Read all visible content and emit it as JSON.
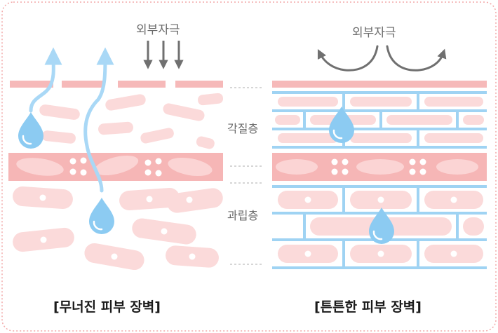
{
  "left_panel": {
    "stimulus_label": "외부자극",
    "caption": "[무너진 피부 장벽]"
  },
  "right_panel": {
    "stimulus_label": "외부자극",
    "caption": "[튼튼한 피부 장벽]"
  },
  "layer_labels": {
    "stratum_corneum": "각질층",
    "granular_layer": "과립층"
  },
  "colors": {
    "border_dots": "#f2a8a8",
    "top_line": "#f6b9b9",
    "cell_fill": "#fbdada",
    "band_fill": "#f6b6b6",
    "band_oval": "#fbd4d4",
    "nucleus": "#ffffff",
    "water_arrow": "#a9d8f6",
    "droplet": "#8ccbf2",
    "mortar_line": "#9fd3f3",
    "grey_arrow": "#707070",
    "dashed_line": "#bdbdbd"
  }
}
